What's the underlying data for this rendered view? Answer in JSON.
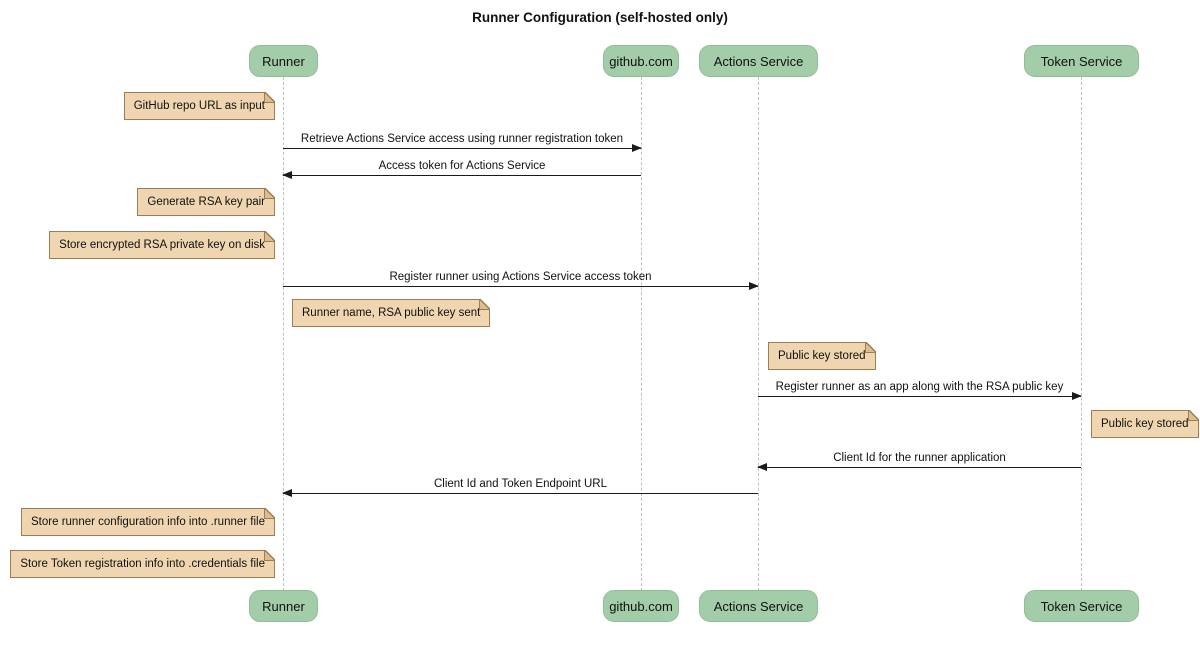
{
  "title": "Runner Configuration (self-hosted only)",
  "colors": {
    "background": "#FFFFFF",
    "actor_fill": "#A3CCA9",
    "actor_border": "#8FBE97",
    "note_fill": "#EFD5B0",
    "note_border": "#9D7D52",
    "lifeline": "#C2C2C2",
    "arrow": "#1A1A1A"
  },
  "participants": [
    {
      "label": "Runner"
    },
    {
      "label": "github.com"
    },
    {
      "label": "Actions Service"
    },
    {
      "label": "Token Service"
    }
  ],
  "messages": [
    {
      "from": "Runner",
      "to": "github.com",
      "direction": "right",
      "label": "Retrieve Actions Service access using runner registration token"
    },
    {
      "from": "github.com",
      "to": "Runner",
      "direction": "left",
      "label": "Access token for Actions Service"
    },
    {
      "from": "Runner",
      "to": "Actions Service",
      "direction": "right",
      "label": "Register runner using Actions Service access token"
    },
    {
      "from": "Actions Service",
      "to": "Token Service",
      "direction": "right",
      "label": "Register runner as an app along with the RSA public key"
    },
    {
      "from": "Token Service",
      "to": "Actions Service",
      "direction": "left",
      "label": "Client Id for the runner application"
    },
    {
      "from": "Actions Service",
      "to": "Runner",
      "direction": "left",
      "label": "Client Id and Token Endpoint URL"
    }
  ],
  "notes": [
    {
      "anchor": "left of Runner",
      "label": "GitHub repo URL as input"
    },
    {
      "anchor": "left of Runner",
      "label": "Generate RSA key pair"
    },
    {
      "anchor": "left of Runner",
      "label": "Store encrypted RSA private key on disk"
    },
    {
      "anchor": "right of Runner",
      "label": "Runner name, RSA public key sent"
    },
    {
      "anchor": "right of Actions Service",
      "label": "Public key stored"
    },
    {
      "anchor": "right of Token Service",
      "label": "Public key stored"
    },
    {
      "anchor": "left of Runner",
      "label": "Store runner configuration info into .runner file"
    },
    {
      "anchor": "left of Runner",
      "label": "Store Token registration info into .credentials file"
    }
  ]
}
